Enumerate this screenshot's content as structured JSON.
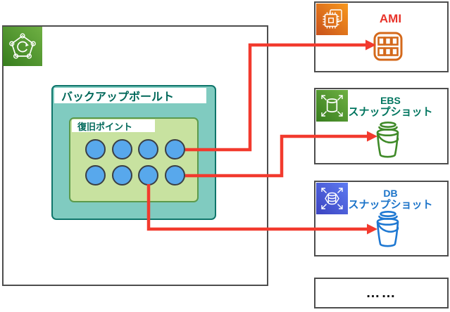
{
  "colors": {
    "arrow-red": "#F23A2E",
    "box-border": "#4D4D4D",
    "vault-fill": "#80CBC0",
    "vault-border": "#0F756B",
    "vault-text": "#00685A",
    "recovery-fill": "#C8E2A0",
    "recovery-border": "#5C9A4C",
    "recovery-text": "#00685A",
    "circle-fill": "#58A8EC",
    "circle-border": "#3A3F45",
    "ami-red": "#E8332A",
    "ami-orange": "#D4691B",
    "ebs-text": "#00755F",
    "ebs-bucket": "#3F8A28",
    "db-text": "#1C74C9",
    "db-bucket": "#1E78D2"
  },
  "backup_service": {
    "icon": "aws-backup-icon"
  },
  "vault": {
    "label": "バックアップボールト"
  },
  "recovery_point": {
    "label": "復旧ポイント",
    "circle_count": 8
  },
  "targets": [
    {
      "name": "ami",
      "icon": "ec2-ami-icon",
      "title": "AMI",
      "artifact_icon": "machine-image-grid-icon"
    },
    {
      "name": "ebs-snapshot",
      "icon": "ebs-snapshot-icon",
      "title_line1": "EBS",
      "title_line2": "スナップショット",
      "artifact_icon": "bucket-icon"
    },
    {
      "name": "db-snapshot",
      "icon": "db-snapshot-icon",
      "title_line1": "DB",
      "title_line2": "スナップショット",
      "artifact_icon": "bucket-icon"
    },
    {
      "name": "more",
      "label": "……"
    }
  ],
  "arrows": [
    {
      "from": "recovery-point-row1-circle4",
      "to": "ami-machine-image"
    },
    {
      "from": "recovery-point-row2-circle4",
      "to": "ebs-snapshot-bucket"
    },
    {
      "from": "recovery-point-row2-circle3",
      "to": "db-snapshot-bucket"
    }
  ]
}
